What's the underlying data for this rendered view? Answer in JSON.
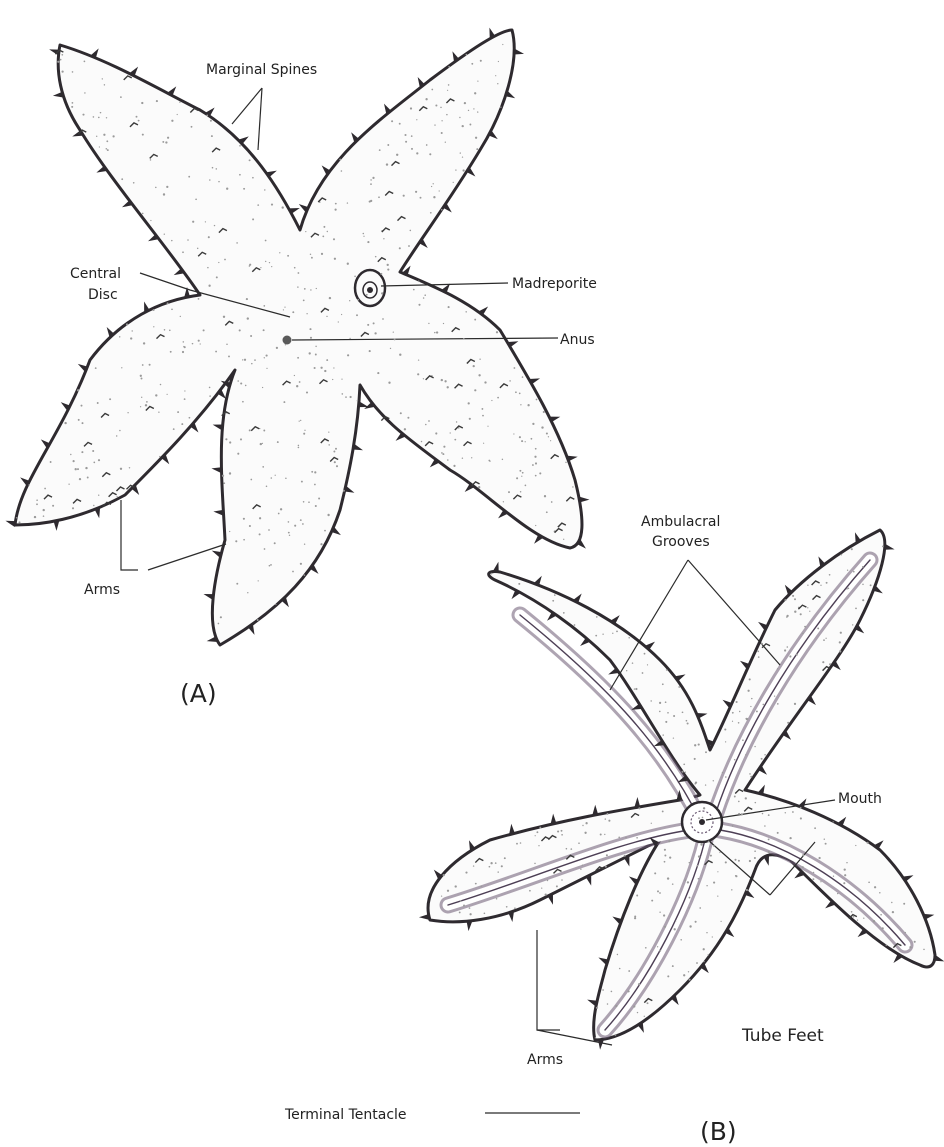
{
  "figure_a": {
    "caption": "(A)",
    "labels": {
      "marginal_spines": "Marginal Spines",
      "central_disc_line1": "Central",
      "central_disc_line2": "Disc",
      "madreporite": "Madreporite",
      "anus": "Anus",
      "arms": "Arms"
    }
  },
  "figure_b": {
    "caption": "(B)",
    "labels": {
      "ambulacral_line1": "Ambulacral",
      "ambulacral_line2": "Grooves",
      "mouth": "Mouth",
      "tube_feet": "Tube Feet",
      "arms": "Arms",
      "terminal_tentacle": "Terminal Tentacle"
    }
  },
  "colors": {
    "outline": "#2e2a2f",
    "groove": "#6b5a73",
    "stipple": "#9a9a9a"
  }
}
